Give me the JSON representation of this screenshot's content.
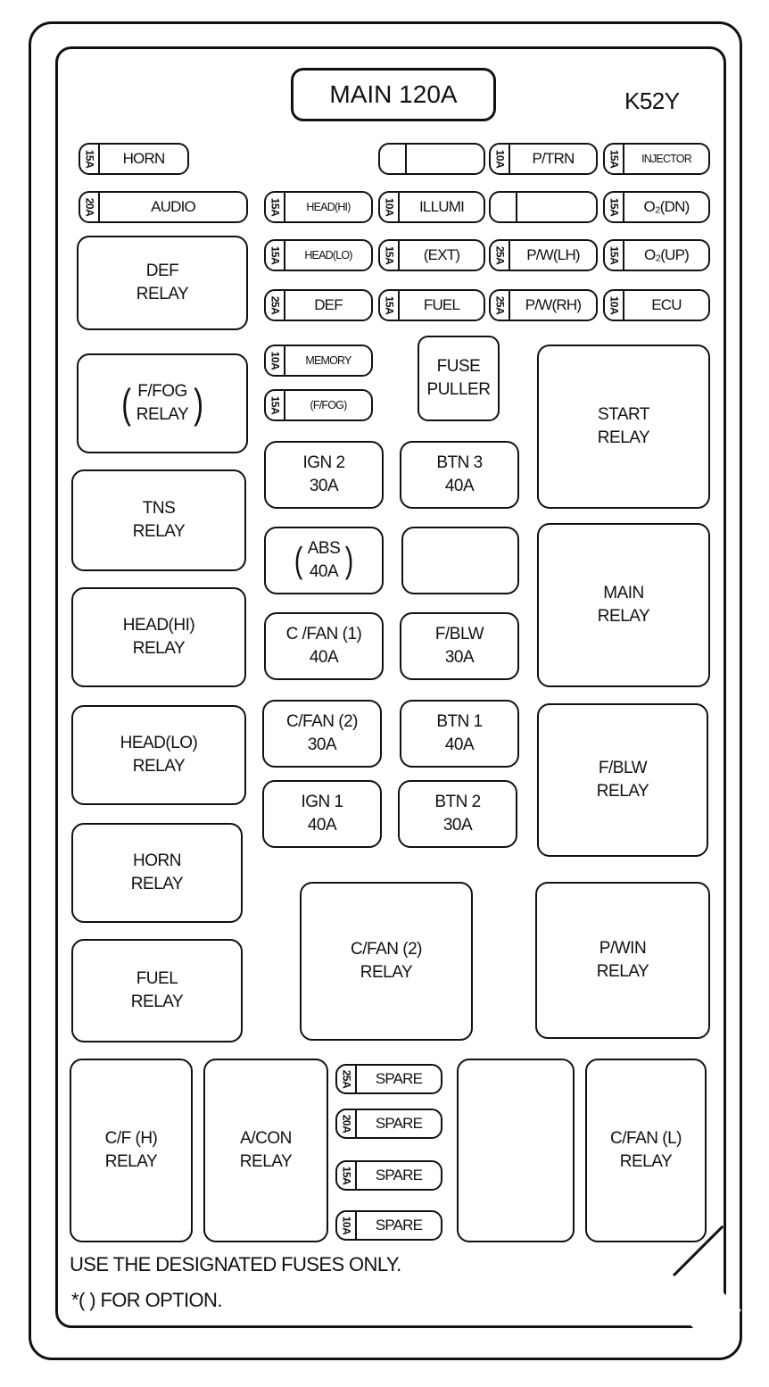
{
  "main_fuse": "MAIN 120A",
  "model_code": "K52Y",
  "fuses": {
    "horn": {
      "amp": "15A",
      "name": "HORN"
    },
    "p_trn": {
      "amp": "10A",
      "name": "P/TRN"
    },
    "injector": {
      "amp": "15A",
      "name": "INJECTOR"
    },
    "audio": {
      "amp": "20A",
      "name": "AUDIO"
    },
    "head_hi": {
      "amp": "15A",
      "name": "HEAD(HI)"
    },
    "illumi": {
      "amp": "10A",
      "name": "ILLUMI"
    },
    "o2_dn": {
      "amp": "15A",
      "name": "O₂(DN)"
    },
    "head_lo": {
      "amp": "15A",
      "name": "HEAD(LO)"
    },
    "ext": {
      "amp": "15A",
      "name": "(EXT)"
    },
    "pw_lh": {
      "amp": "25A",
      "name": "P/W(LH)"
    },
    "o2_up": {
      "amp": "15A",
      "name": "O₂(UP)"
    },
    "def": {
      "amp": "25A",
      "name": "DEF"
    },
    "fuel": {
      "amp": "15A",
      "name": "FUEL"
    },
    "pw_rh": {
      "amp": "25A",
      "name": "P/W(RH)"
    },
    "ecu": {
      "amp": "10A",
      "name": "ECU"
    },
    "memory": {
      "amp": "10A",
      "name": "MEMORY"
    },
    "f_fog": {
      "amp": "15A",
      "name": "(F/FOG)"
    },
    "spare_25": {
      "amp": "25A",
      "name": "SPARE"
    },
    "spare_20": {
      "amp": "20A",
      "name": "SPARE"
    },
    "spare_15": {
      "amp": "15A",
      "name": "SPARE"
    },
    "spare_10": {
      "amp": "10A",
      "name": "SPARE"
    }
  },
  "fuse_puller": "FUSE\nPULLER",
  "relays": {
    "def": "DEF\nRELAY",
    "f_fog": "F/FOG\nRELAY",
    "tns": "TNS\nRELAY",
    "head_hi": "HEAD(HI)\nRELAY",
    "head_lo": "HEAD(LO)\nRELAY",
    "horn": "HORN\nRELAY",
    "fuel": "FUEL\nRELAY",
    "start": "START\nRELAY",
    "main": "MAIN\nRELAY",
    "f_blw": "F/BLW\nRELAY",
    "p_win": "P/WIN\nRELAY",
    "c_fan_2": "C/FAN (2)\nRELAY",
    "c_f_h": "C/F (H)\nRELAY",
    "a_con": "A/CON\nRELAY",
    "c_fan_l": "C/FAN (L)\nRELAY"
  },
  "large_fuses": {
    "ign2": "IGN 2\n30A",
    "btn3": "BTN 3\n40A",
    "abs": "ABS\n40A",
    "c_fan_1": "C /FAN (1)\n40A",
    "f_blw": "F/BLW\n30A",
    "c_fan_2": "C/FAN (2)\n30A",
    "btn1": "BTN 1\n40A",
    "ign1": "IGN 1\n40A",
    "btn2": "BTN 2\n30A"
  },
  "notes": {
    "line1": "USE THE DESIGNATED FUSES ONLY.",
    "line2": "*(   ) FOR OPTION."
  }
}
